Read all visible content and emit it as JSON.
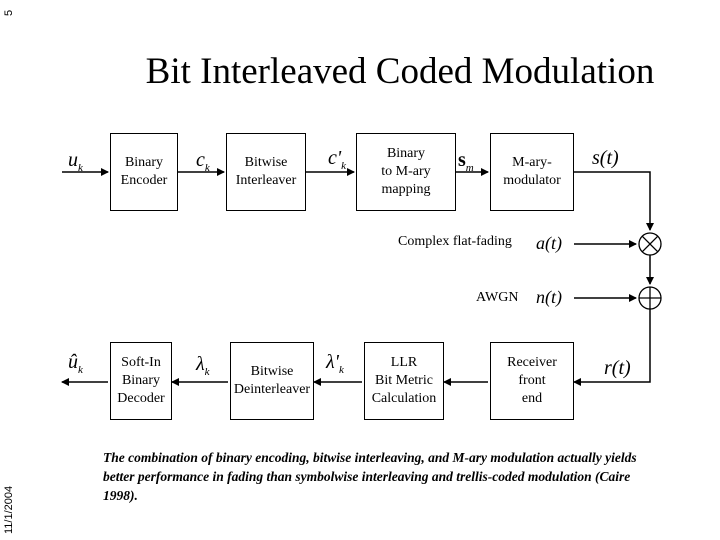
{
  "side": {
    "slide_number": "5",
    "date": "11/1/2004"
  },
  "title": "Bit Interleaved Coded Modulation",
  "blocks": {
    "binary_encoder": "Binary\nEncoder",
    "bitwise_interleaver": "Bitwise\nInterleaver",
    "mapping": "Binary\nto M-ary\nmapping",
    "modulator": "M-ary-\nmodulator",
    "soft_in_decoder": "Soft-In\nBinary\nDecoder",
    "bitwise_deinterleaver": "Bitwise\nDeinterleaver",
    "llr": "LLR\nBit Metric\nCalculation",
    "receiver": "Receiver\nfront\nend"
  },
  "signals": {
    "u_k": "u",
    "u_k_sub": "k",
    "c_k": "c",
    "c_k_sub": "k",
    "c_prime_k": "c'",
    "c_prime_k_sub": "k",
    "s_m": "s",
    "s_m_sub": "m",
    "s_t": "s(t)",
    "a_t": "a(t)",
    "n_t": "n(t)",
    "r_t": "r(t)",
    "u_hat_k": "û",
    "u_hat_k_sub": "k",
    "lambda_k": "λ",
    "lambda_k_sub": "k",
    "lambda_prime_k": "λ'",
    "lambda_prime_k_sub": "k"
  },
  "labels": {
    "fading": "Complex flat-fading",
    "awgn": "AWGN"
  },
  "footnote": "The combination of binary encoding, bitwise interleaving, and M-ary modulation actually yields better performance in fading than symbolwise interleaving and trellis-coded modulation (Caire 1998)."
}
